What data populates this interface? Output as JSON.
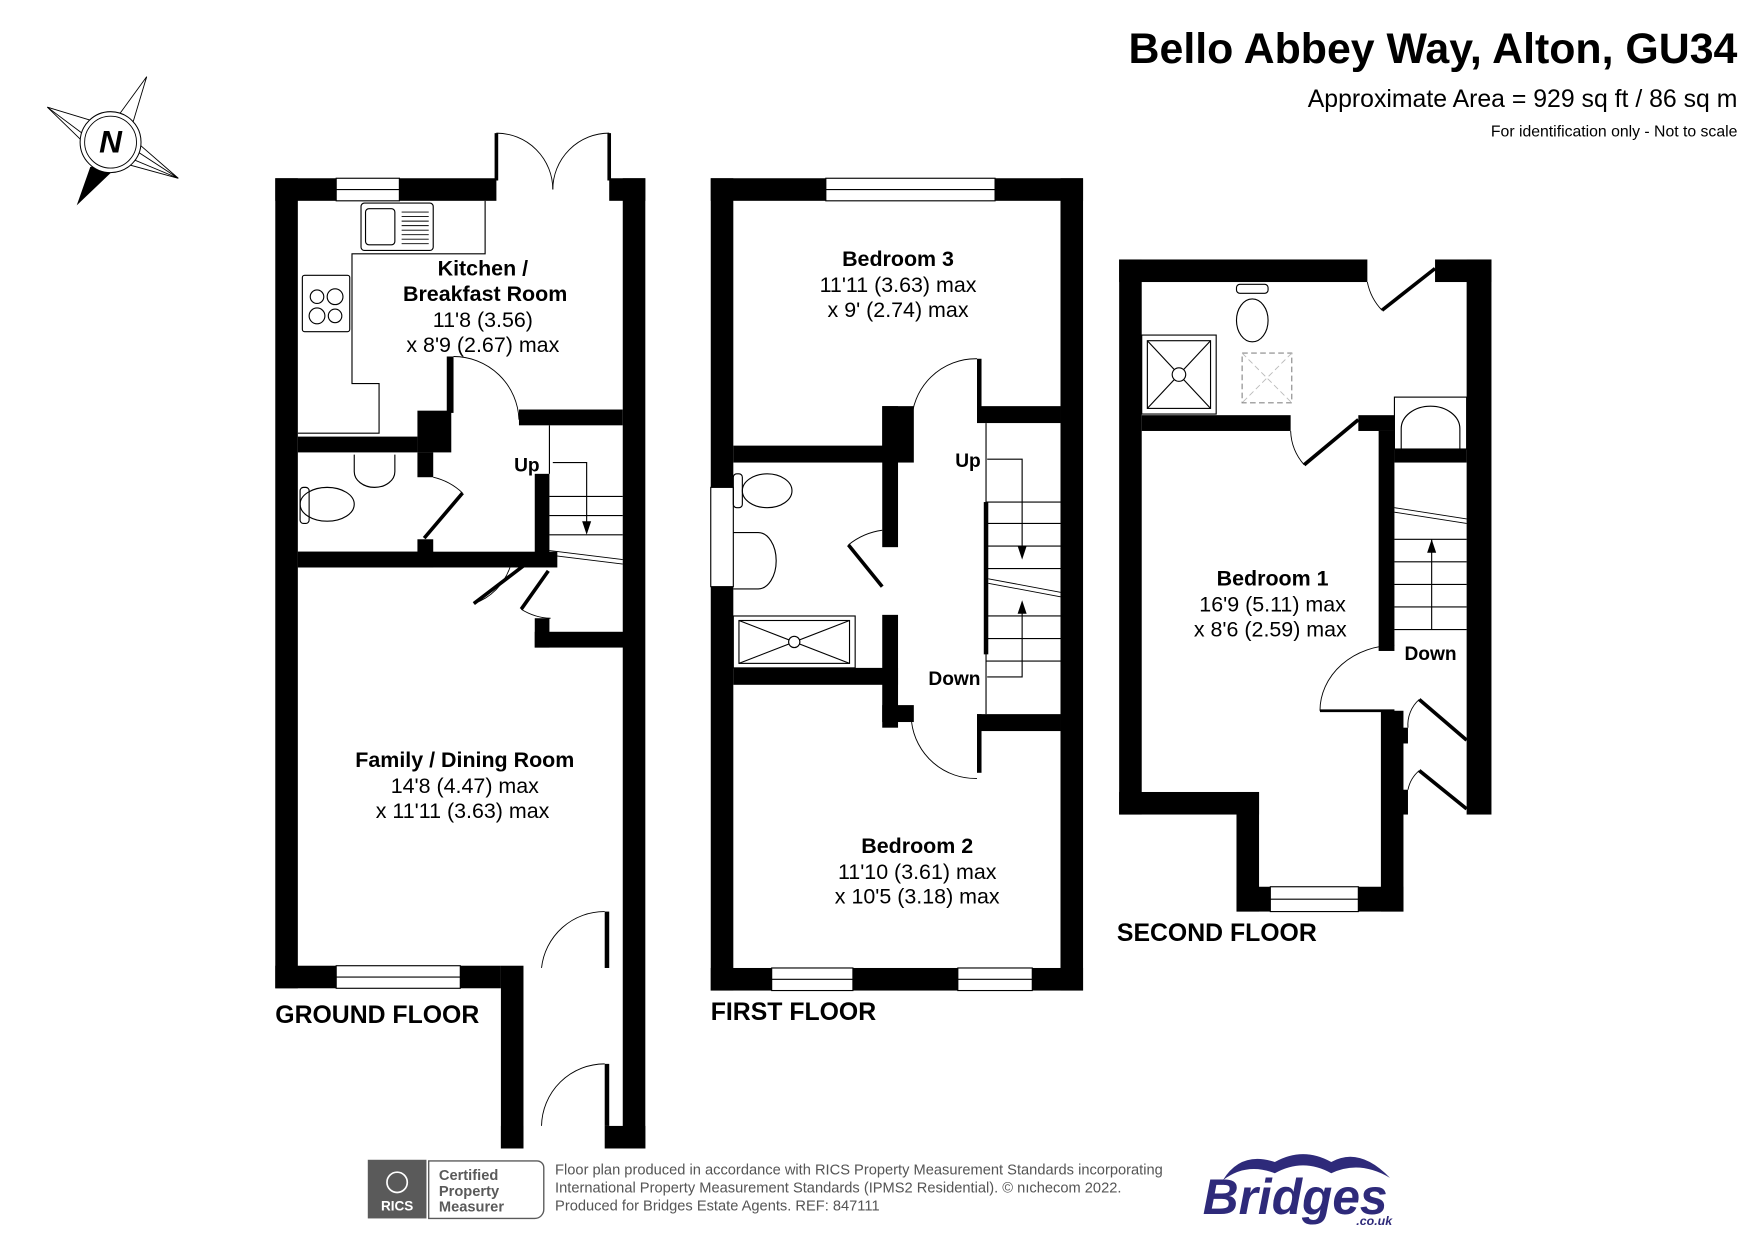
{
  "header": {
    "title": "Bello Abbey Way, Alton, GU34",
    "area": "Approximate Area = 929 sq ft / 86 sq m",
    "note": "For identification only - Not to scale"
  },
  "compass": {
    "label": "N",
    "icon": "compass-north-icon"
  },
  "floors": {
    "ground": {
      "label": "GROUND FLOOR",
      "stairs_label": "Up",
      "rooms": [
        {
          "name_line1": "Kitchen /",
          "name_line2": "Breakfast Room",
          "dim1": "11'8 (3.56)",
          "dim2": "x 8'9 (2.67) max"
        },
        {
          "name": "Family / Dining Room",
          "dim1": "14'8 (4.47) max",
          "dim2": "x 11'11 (3.63) max"
        }
      ]
    },
    "first": {
      "label": "FIRST FLOOR",
      "stairs_up_label": "Up",
      "stairs_down_label": "Down",
      "rooms": [
        {
          "name": "Bedroom 3",
          "dim1": "11'11 (3.63) max",
          "dim2": "x 9' (2.74)  max"
        },
        {
          "name": "Bedroom 2",
          "dim1": "11'10 (3.61) max",
          "dim2": "x 10'5 (3.18) max"
        }
      ]
    },
    "second": {
      "label": "SECOND FLOOR",
      "stairs_down_label": "Down",
      "rooms": [
        {
          "name": "Bedroom 1",
          "dim1": "16'9 (5.11) max",
          "dim2": "x 8'6 (2.59) max"
        }
      ]
    }
  },
  "footer": {
    "rics_badge": {
      "logo_text": "RICS",
      "line1": "Certified",
      "line2": "Property",
      "line3": "Measurer"
    },
    "disclaimer_line1": "Floor plan produced in accordance with RICS Property Measurement Standards incorporating",
    "disclaimer_line2": "International Property Measurement Standards (IPMS2 Residential).   © nıchecom 2022.",
    "disclaimer_line3": "Produced for Bridges Estate Agents.   REF:  847111",
    "brand": {
      "name": "Bridges",
      "domain": ".co.uk",
      "color": "#2e2a7a"
    }
  },
  "colors": {
    "wall": "#000000",
    "background": "#ffffff",
    "rics_grey": "#5a5a5a",
    "brand": "#2e2a7a"
  }
}
